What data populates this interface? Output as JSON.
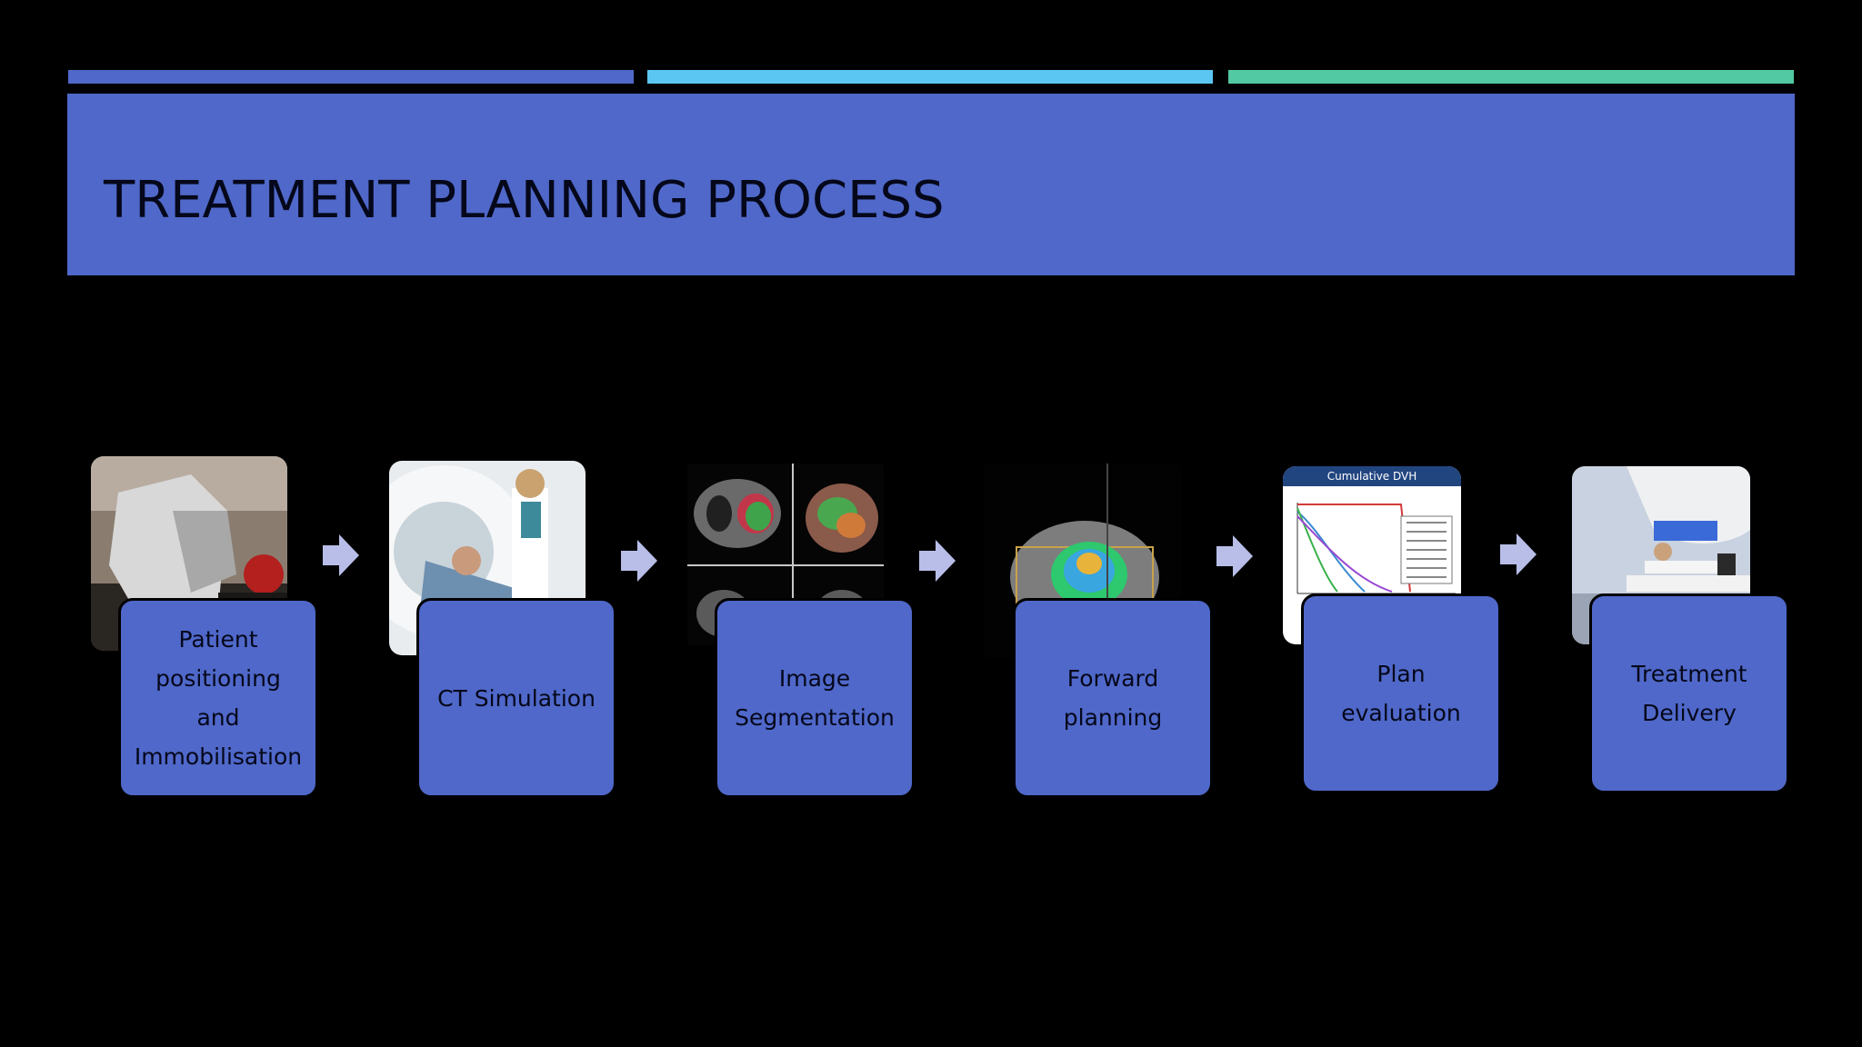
{
  "colors": {
    "background": "#000000",
    "banner": "#4f68c9",
    "accent_bars": [
      "#4f68c9",
      "#5bc6f2",
      "#52c9a3"
    ],
    "box_fill": "#4f68c9",
    "arrow": "#b8bee8",
    "text": "#05071a"
  },
  "slide": {
    "title": "TREATMENT PLANNING PROCESS"
  },
  "steps": [
    {
      "label": "Patient positioning and Immobilisation",
      "image": "immobilisation-mask-photo"
    },
    {
      "label": "CT Simulation",
      "image": "ct-scanner-photo"
    },
    {
      "label": "Image Segmentation",
      "image": "segmented-ct-slices"
    },
    {
      "label": "Forward planning",
      "image": "dose-distribution-ct"
    },
    {
      "label": "Plan evaluation",
      "image": "dvh-chart"
    },
    {
      "label": "Treatment Delivery",
      "image": "linac-treatment-photo"
    }
  ],
  "dvh_thumbnail": {
    "title": "Cumulative DVH"
  }
}
